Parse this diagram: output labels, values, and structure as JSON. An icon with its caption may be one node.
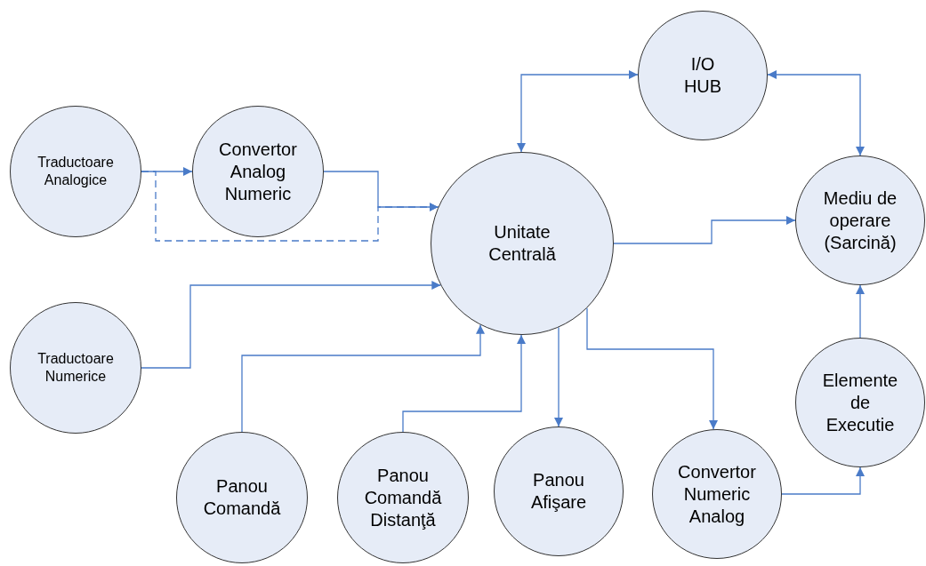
{
  "diagram": {
    "nodes": [
      {
        "text": [
          "Traductoare Analogice"
        ]
      },
      {
        "text": [
          "Convertor Analog Numeric"
        ]
      },
      {
        "text": [
          "I/O HUB"
        ]
      },
      {
        "text": [
          "Unitate Centrală"
        ]
      },
      {
        "text": [
          "Mediu de operare (Sarcină)"
        ]
      },
      {
        "text": [
          "Traductoare Numerice"
        ]
      },
      {
        "text": [
          "Elemente de Executie"
        ]
      },
      {
        "text": [
          "Panou Comandă"
        ]
      },
      {
        "text": [
          "Panou Comandă Distanţă"
        ]
      },
      {
        "text": [
          "Panou Afişare"
        ]
      },
      {
        "text": [
          "Convertor Numeric Analog"
        ]
      }
    ],
    "edges": [
      {
        "from": 0,
        "to": 1,
        "arrow": "to"
      },
      {
        "from": 1,
        "to": 3,
        "arrow": "to"
      },
      {
        "from": 0,
        "to": 3,
        "arrow": "to",
        "style": "dashed"
      },
      {
        "from": 3,
        "to": 2,
        "arrow": "both"
      },
      {
        "from": 2,
        "to": 4,
        "arrow": "both"
      },
      {
        "from": 3,
        "to": 4,
        "arrow": "to"
      },
      {
        "from": 5,
        "to": 3,
        "arrow": "to"
      },
      {
        "from": 7,
        "to": 3,
        "arrow": "to"
      },
      {
        "from": 8,
        "to": 3,
        "arrow": "to"
      },
      {
        "from": 3,
        "to": 9,
        "arrow": "to"
      },
      {
        "from": 3,
        "to": 10,
        "arrow": "to"
      },
      {
        "from": 10,
        "to": 6,
        "arrow": "to"
      },
      {
        "from": 6,
        "to": 4,
        "arrow": "to"
      }
    ]
  }
}
